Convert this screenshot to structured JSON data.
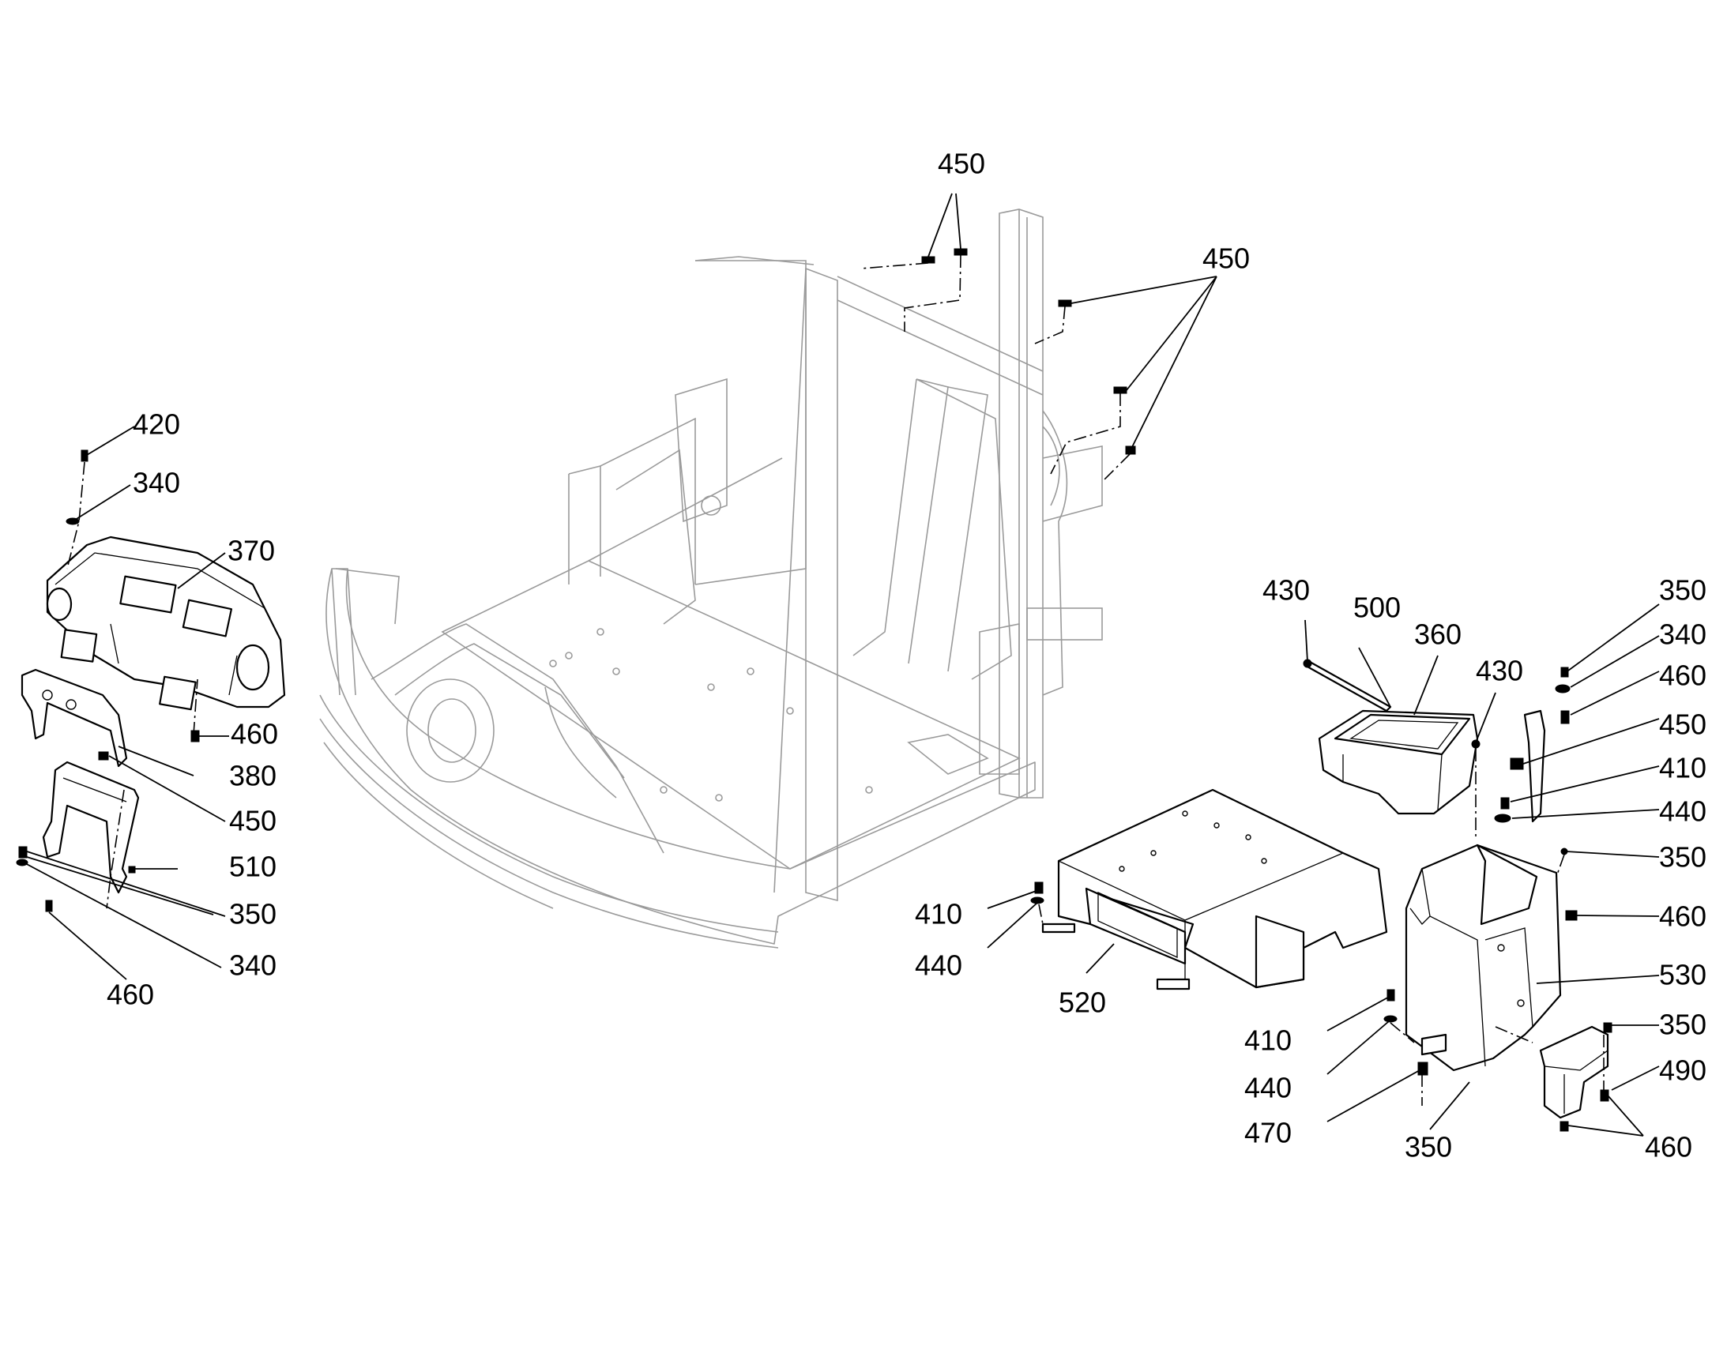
{
  "callouts": [
    {
      "id": "c450a",
      "text": "450"
    },
    {
      "id": "c450b",
      "text": "450"
    },
    {
      "id": "c420",
      "text": "420"
    },
    {
      "id": "c340a",
      "text": "340"
    },
    {
      "id": "c370",
      "text": "370"
    },
    {
      "id": "c460a",
      "text": "460"
    },
    {
      "id": "c380",
      "text": "380"
    },
    {
      "id": "c450c",
      "text": "450"
    },
    {
      "id": "c510",
      "text": "510"
    },
    {
      "id": "c350a",
      "text": "350"
    },
    {
      "id": "c340b",
      "text": "340"
    },
    {
      "id": "c460b",
      "text": "460"
    },
    {
      "id": "c430a",
      "text": "430"
    },
    {
      "id": "c500",
      "text": "500"
    },
    {
      "id": "c360",
      "text": "360"
    },
    {
      "id": "c430b",
      "text": "430"
    },
    {
      "id": "c350b",
      "text": "350"
    },
    {
      "id": "c340c",
      "text": "340"
    },
    {
      "id": "c460c",
      "text": "460"
    },
    {
      "id": "c450d",
      "text": "450"
    },
    {
      "id": "c410a",
      "text": "410"
    },
    {
      "id": "c440a",
      "text": "440"
    },
    {
      "id": "c350c",
      "text": "350"
    },
    {
      "id": "c460d",
      "text": "460"
    },
    {
      "id": "c410b",
      "text": "410"
    },
    {
      "id": "c440b",
      "text": "440"
    },
    {
      "id": "c520",
      "text": "520"
    },
    {
      "id": "c530",
      "text": "530"
    },
    {
      "id": "c410c",
      "text": "410"
    },
    {
      "id": "c440c",
      "text": "440"
    },
    {
      "id": "c350d",
      "text": "350"
    },
    {
      "id": "c490",
      "text": "490"
    },
    {
      "id": "c470",
      "text": "470"
    },
    {
      "id": "c350e",
      "text": "350"
    },
    {
      "id": "c460e",
      "text": "460"
    }
  ]
}
